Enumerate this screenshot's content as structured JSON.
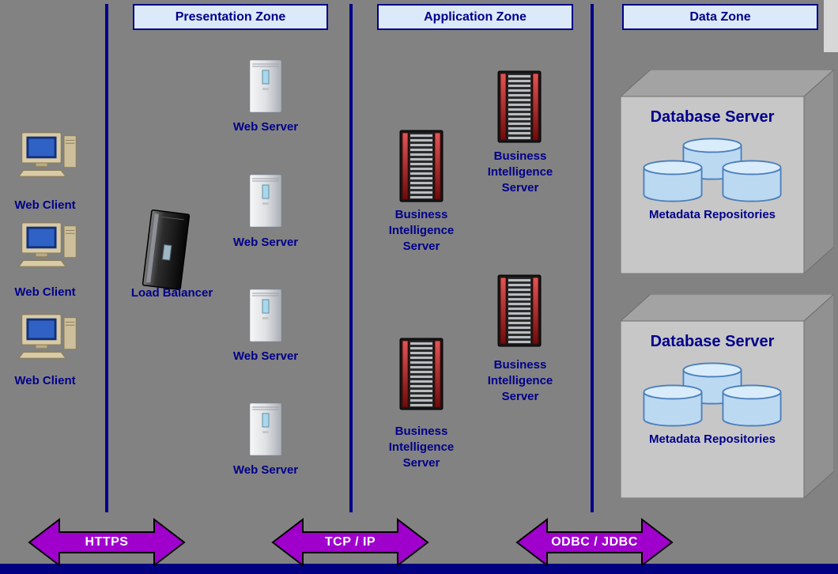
{
  "zones": {
    "presentation": {
      "title": "Presentation Zone",
      "load_balancer": {
        "label": "Load Balancer"
      },
      "web_servers": [
        {
          "label": "Web Server"
        },
        {
          "label": "Web Server"
        },
        {
          "label": "Web Server"
        },
        {
          "label": "Web Server"
        }
      ]
    },
    "application": {
      "title": "Application Zone",
      "bi_servers": [
        {
          "label": "Business Intelligence Server"
        },
        {
          "label": "Business Intelligence Server"
        },
        {
          "label": "Business Intelligence Server"
        },
        {
          "label": "Business Intelligence Server"
        }
      ]
    },
    "data": {
      "title": "Data Zone",
      "database_servers": [
        {
          "title": "Database Server",
          "caption": "Metadata Repositories"
        },
        {
          "title": "Database Server",
          "caption": "Metadata Repositories"
        }
      ]
    }
  },
  "web_clients": [
    {
      "label": "Web Client"
    },
    {
      "label": "Web Client"
    },
    {
      "label": "Web Client"
    }
  ],
  "connectors": [
    {
      "label": "HTTPS"
    },
    {
      "label": "TCP / IP"
    },
    {
      "label": "ODBC / JDBC"
    }
  ],
  "colors": {
    "background": "#828282",
    "zone_header_fill": "#DCE9F8",
    "zone_border": "#00008B",
    "label_text": "#00008B",
    "arrow_fill": "#A000CC",
    "arrow_text": "#FFFFFF",
    "bottom_bar": "#000080",
    "cylinder_fill": "#BCD9F2",
    "bi_server_accent": "#B22222"
  }
}
